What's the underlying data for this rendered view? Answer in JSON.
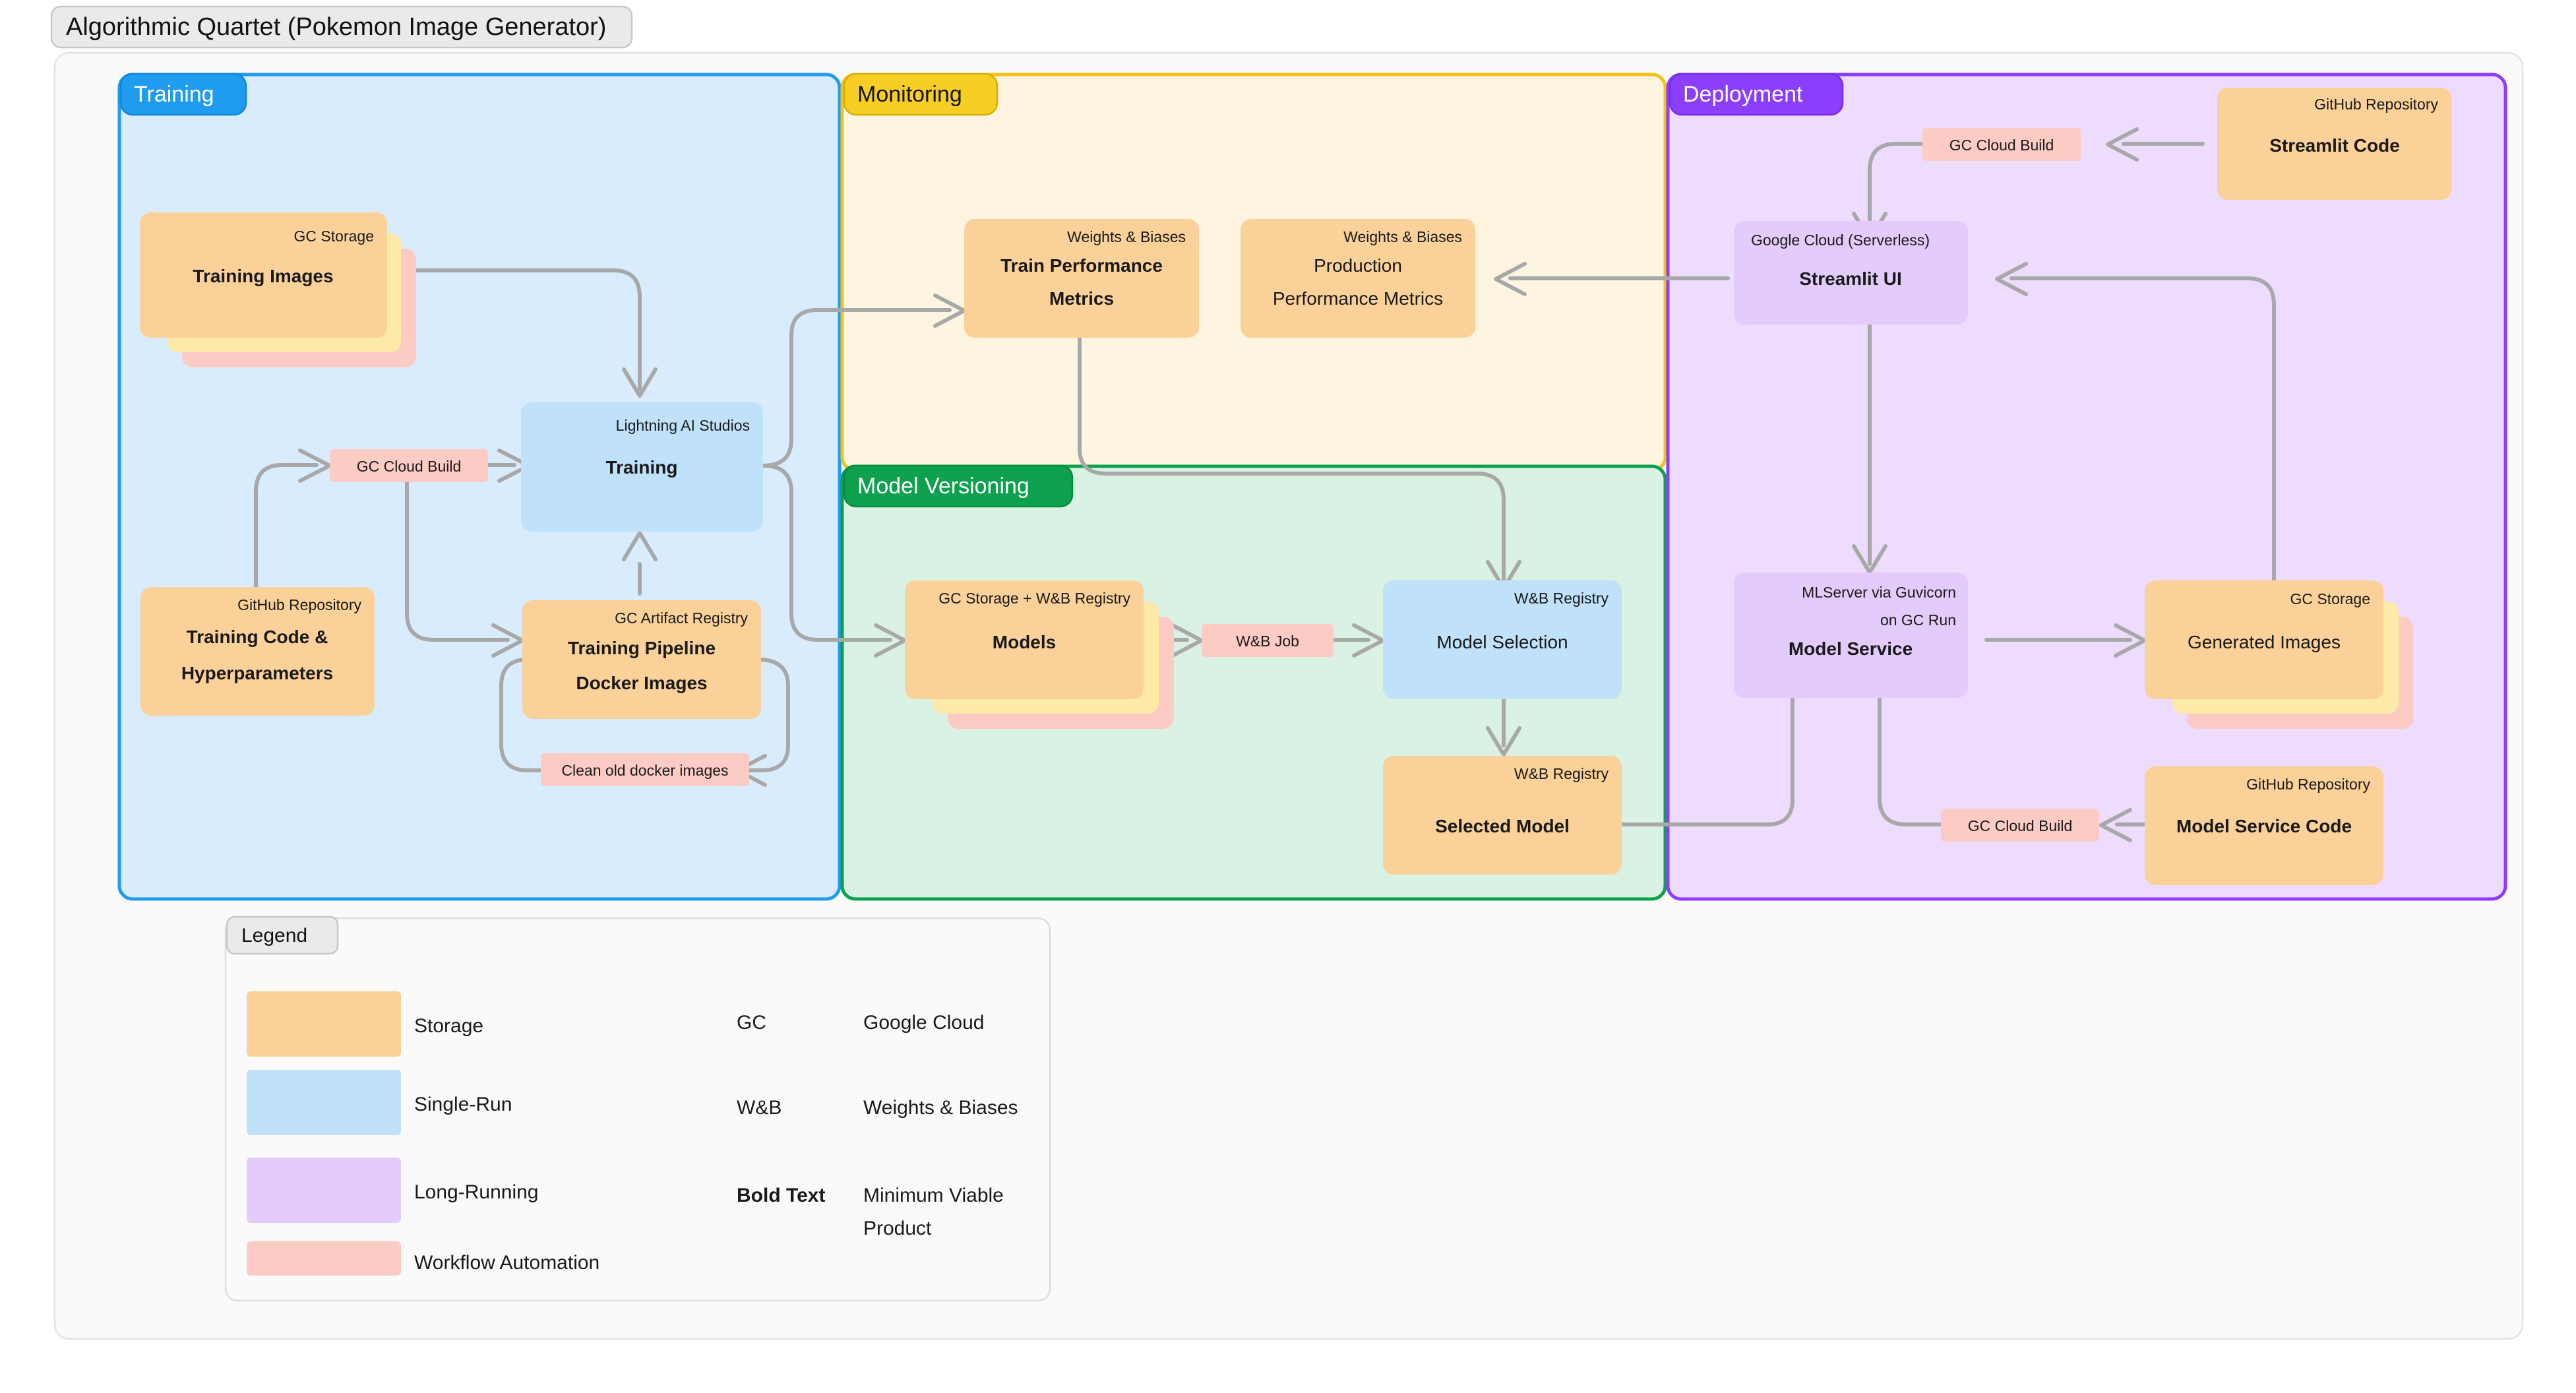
{
  "diagram": {
    "title": "Algorithmic Quartet (Pokemon Image Generator)",
    "clusters": [
      {
        "id": "training",
        "label": "Training"
      },
      {
        "id": "monitoring",
        "label": "Monitoring"
      },
      {
        "id": "versioning",
        "label": "Model Versioning"
      },
      {
        "id": "deployment",
        "label": "Deployment"
      }
    ],
    "nodes": {
      "training_images": {
        "title": "GC Storage",
        "label": "Training Images"
      },
      "training": {
        "title": "Lightning AI Studios",
        "label": "Training"
      },
      "training_code": {
        "title": "GitHub Repository",
        "label_line1": "Training Code &",
        "label_line2": "Hyperparameters"
      },
      "docker_images": {
        "title": "GC Artifact Registry",
        "label_line1": "Training Pipeline",
        "label_line2": "Docker Images"
      },
      "train_metrics": {
        "title": "Weights & Biases",
        "label_line1": "Train Performance",
        "label_line2": "Metrics"
      },
      "prod_metrics": {
        "title": "Weights & Biases",
        "label_line1": "Production",
        "label_line2": "Performance Metrics"
      },
      "models": {
        "title": "GC Storage + W&B Registry",
        "label": "Models"
      },
      "model_selection": {
        "title": "W&B Registry",
        "label": "Model Selection"
      },
      "selected_model": {
        "title": "W&B Registry",
        "label": "Selected Model"
      },
      "streamlit_code": {
        "title": "GitHub Repository",
        "label": "Streamlit Code"
      },
      "streamlit_ui": {
        "title": "Google Cloud (Serverless)",
        "label": "Streamlit UI"
      },
      "model_service": {
        "title_line1": "MLServer via Guvicorn",
        "title_line2": "on GC Run",
        "label": "Model Service"
      },
      "generated_images": {
        "title": "GC Storage",
        "label": "Generated Images"
      },
      "model_service_code": {
        "title": "GitHub Repository",
        "label": "Model Service Code"
      }
    },
    "edge_labels": {
      "gc_cloud_build_training": "GC Cloud Build",
      "clean_old_docker": "Clean old docker images",
      "wandb_job": "W&B Job",
      "gc_cloud_build_streamlit": "GC Cloud Build",
      "gc_cloud_build_service": "GC Cloud Build"
    }
  },
  "legend": {
    "tab": "Legend",
    "swatches": [
      {
        "color": "#fad199",
        "label": "Storage"
      },
      {
        "color": "#bfe1fa",
        "label": "Single-Run"
      },
      {
        "color": "#e3cbfc",
        "label": "Long-Running"
      },
      {
        "color": "#fccbc4",
        "label": "Workflow Automation"
      }
    ],
    "abbreviations": [
      {
        "key": "GC",
        "value": "Google Cloud",
        "bold_key": false
      },
      {
        "key": "W&B",
        "value": "Weights & Biases",
        "bold_key": false
      },
      {
        "key": "Bold Text",
        "value_line1": "Minimum Viable",
        "value_line2": "Product",
        "bold_key": true
      }
    ]
  },
  "colors": {
    "training_accent": "#1f9bf0",
    "monitoring_accent": "#f7cf24",
    "versioning_accent": "#0da14f",
    "deployment_accent": "#8b3ffd",
    "edge": "#a8a8a8"
  }
}
